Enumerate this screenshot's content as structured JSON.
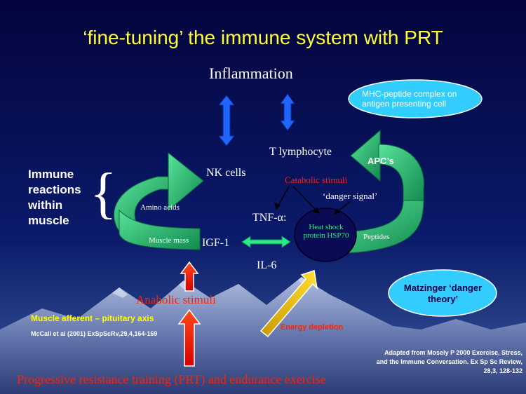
{
  "title": "‘fine-tuning’ the immune system with PRT",
  "labels": {
    "inflammation": "Inflammation",
    "mhc": "MHC-peptide complex on antigen presenting cell",
    "t_lymphocyte": "T lymphocyte",
    "apcs": "APC’s",
    "nk_cells": "NK cells",
    "immune_reactions": "Immune reactions within muscle",
    "brace": "{",
    "catabolic": "Catabolic stimuli",
    "danger_signal": "‘danger signal’",
    "amino_acids": "Amino acids",
    "tnf": "TNF-α:",
    "hsp": "Heat shock protein HSP70",
    "peptides": "Peptides",
    "muscle_mass": "Muscle mass",
    "igf": "IGF-1",
    "il6": "IL-6",
    "matzinger": "Matzinger ‘danger theory’",
    "anabolic": "Anabolic stimuli",
    "muscle_afferent": "Muscle afferent – pituitary axis",
    "energy": "Energy depletion",
    "mccall": "McCall et al (2001) ExSpScRv,29,4,164-169",
    "adapted": "Adapted from Mosely P 2000 Exercise, Stress, and the Immune Conversation. Ex Sp Sc Review, 28,3, 128-132",
    "prt": "Progressive resistance training (PRT) and endurance exercise"
  },
  "colors": {
    "title": "#ffff33",
    "red_text": "#ff2200",
    "yellow_text": "#ffff00",
    "green_arrow": "#2eb872",
    "blue_arrow": "#1e66ff",
    "red_arrow": "#ff1a00",
    "bubble": "#33ccff"
  }
}
